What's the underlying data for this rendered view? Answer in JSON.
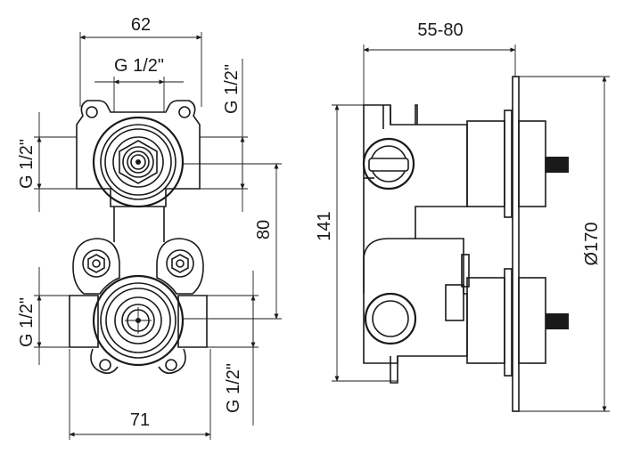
{
  "dimensions": {
    "front_width_top": "62",
    "front_inlet_top": "G 1/2\"",
    "front_right_top_port": "G 1/2\"",
    "front_left_upper_port": "G 1/2\"",
    "front_spacing": "80",
    "front_left_lower_port": "G 1/2\"",
    "front_right_lower_port": "G 1/2\"",
    "front_width_bottom": "71",
    "side_depth": "55-80",
    "side_height": "141",
    "plate_diameter": "Ø170"
  }
}
